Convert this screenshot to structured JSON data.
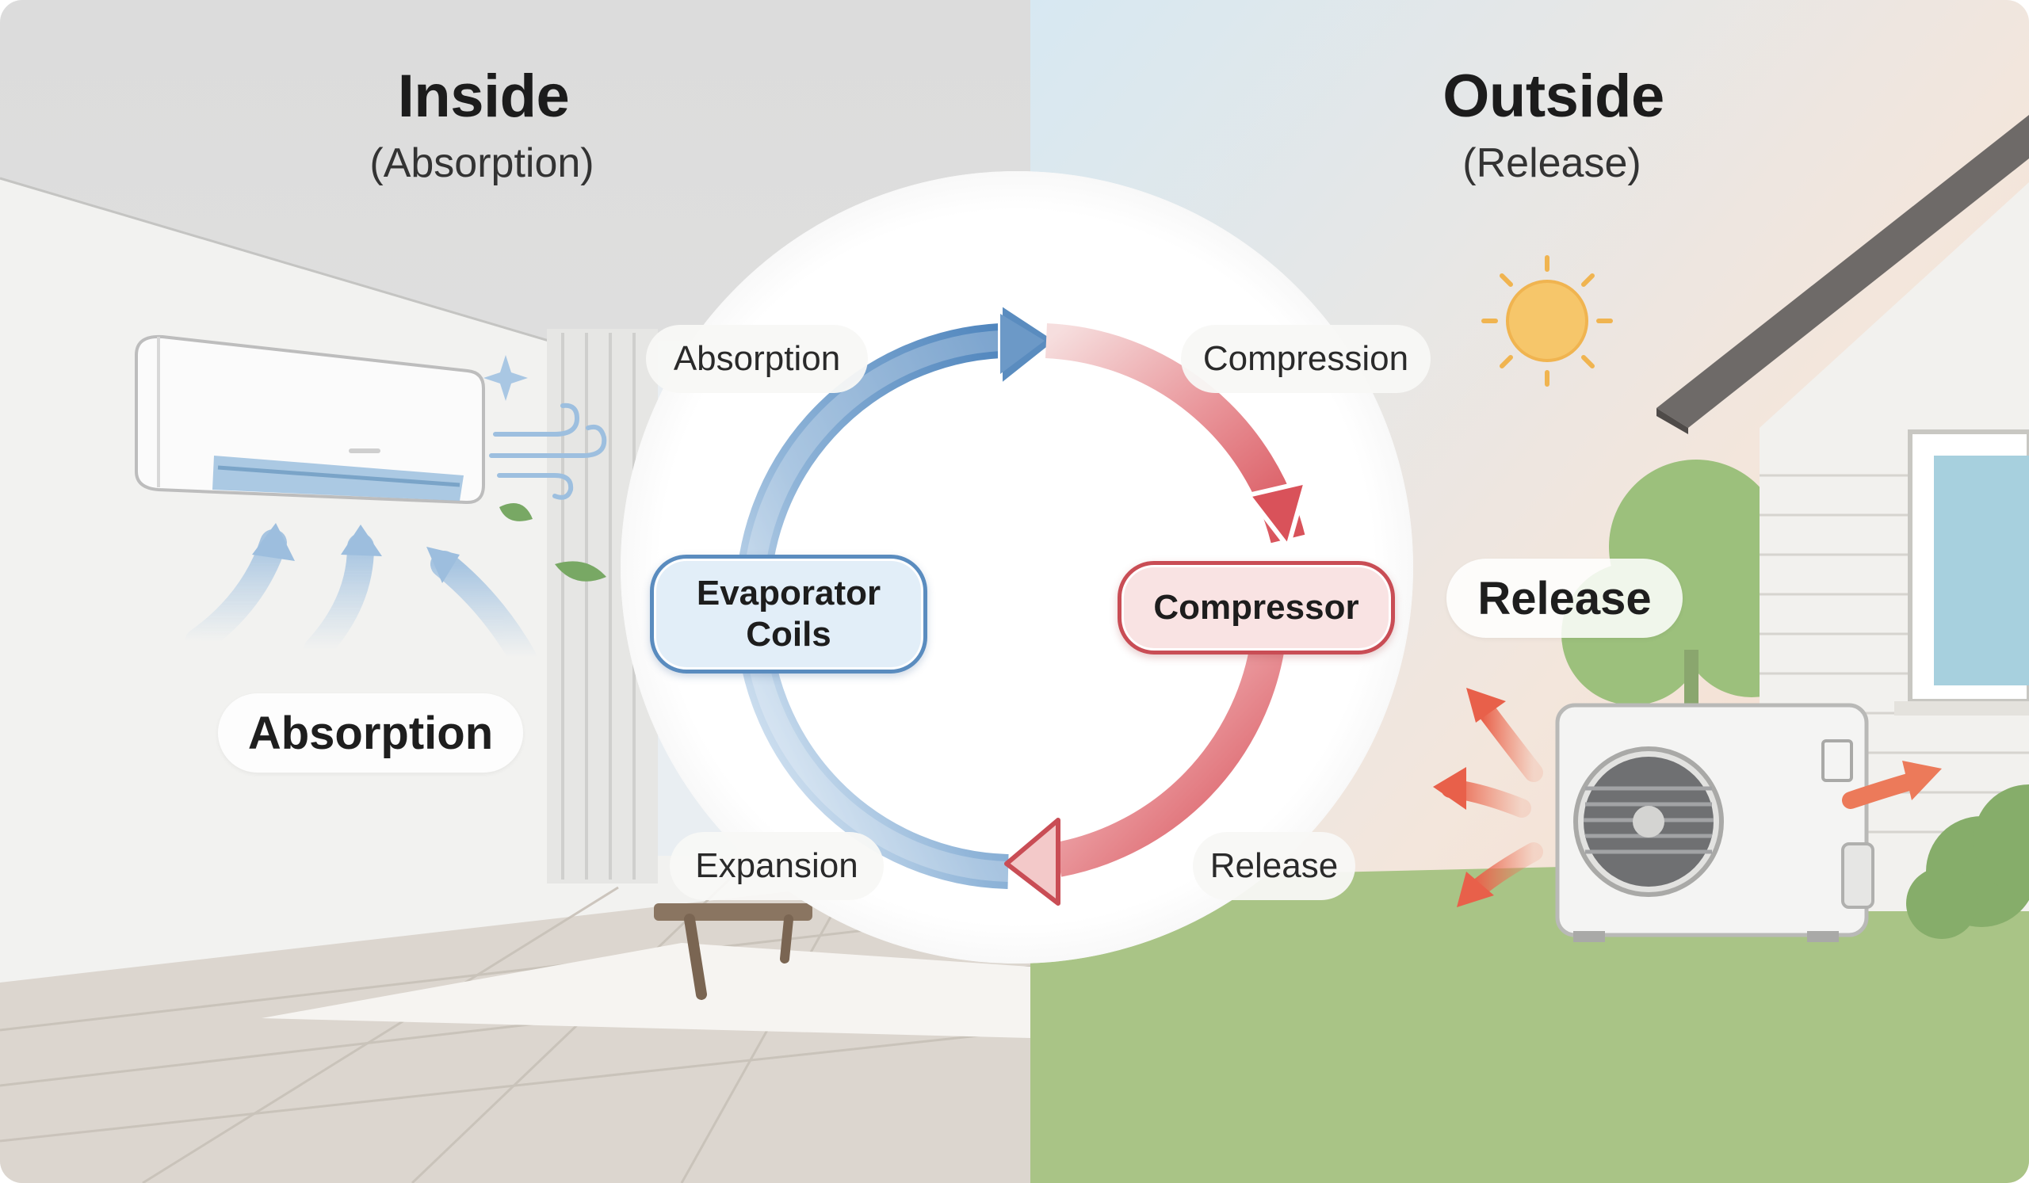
{
  "inside": {
    "title": "Inside",
    "subtitle": "(Absorption)",
    "badge": "Absorption"
  },
  "outside": {
    "title": "Outside",
    "subtitle": "(Release)",
    "badge": "Release"
  },
  "cycle": {
    "steps": {
      "absorption": "Absorption",
      "compression": "Compression",
      "expansion": "Expansion",
      "release": "Release"
    },
    "nodes": {
      "evaporator": "Evaporator\nCoils",
      "compressor": "Compressor"
    }
  },
  "colors": {
    "cold": "#5a8cbf",
    "hot": "#d9525a",
    "indoor_wall": "#f1f1ef",
    "outdoor_sky_warm": "#f8dcc8",
    "outdoor_sky_cool": "#dbe9f1",
    "grass": "#a9c486",
    "sun": "#f6c66a"
  },
  "icons": [
    "air-conditioner-indoor-icon",
    "sparkle-icon",
    "wind-icon",
    "leaf-icon",
    "sun-icon",
    "house-icon",
    "outdoor-unit-icon",
    "tree-icon",
    "bush-icon",
    "bench-icon"
  ]
}
